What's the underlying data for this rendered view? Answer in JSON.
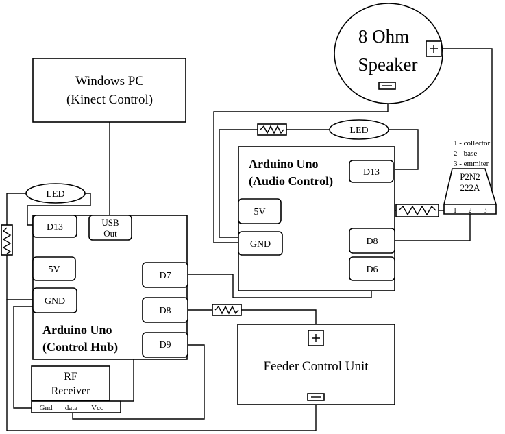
{
  "pc": {
    "line1": "Windows PC",
    "line2": "(Kinect Control)"
  },
  "speaker": {
    "line1": "8 Ohm",
    "line2": "Speaker"
  },
  "audio_arduino": {
    "title1": "Arduino Uno",
    "title2": "(Audio Control)",
    "pins": {
      "d13": "D13",
      "v5": "5V",
      "gnd": "GND",
      "d8": "D8",
      "d6": "D6"
    }
  },
  "hub_arduino": {
    "title1": "Arduino Uno",
    "title2": "(Control Hub)",
    "pins": {
      "d13": "D13",
      "usb1": "USB",
      "usb2": "Out",
      "v5": "5V",
      "gnd": "GND",
      "d7": "D7",
      "d8": "D8",
      "d9": "D9"
    }
  },
  "led_top": "LED",
  "led_left": "LED",
  "transistor": {
    "legend": [
      "1 - collector",
      "2 - base",
      "3 - emmiter"
    ],
    "name1": "P2N2",
    "name2": "222A",
    "pins": [
      "1",
      "2",
      "3"
    ]
  },
  "rf": {
    "line1": "RF",
    "line2": "Receiver",
    "pins": [
      "Gnd",
      "data",
      "Vcc"
    ]
  },
  "feeder": {
    "label": "Feeder Control Unit"
  }
}
